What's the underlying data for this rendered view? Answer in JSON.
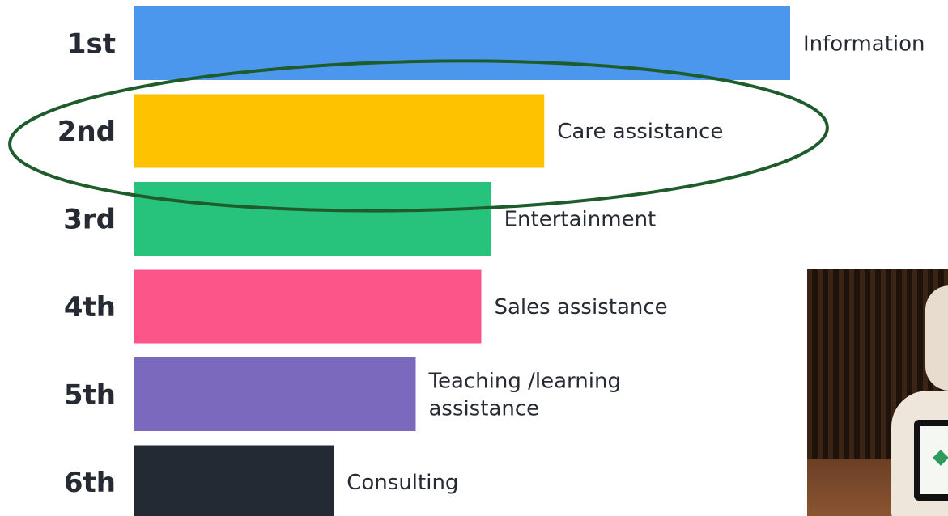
{
  "chart_data": {
    "type": "bar",
    "orientation": "horizontal",
    "ranks": [
      "1st",
      "2nd",
      "3rd",
      "4th",
      "5th",
      "6th"
    ],
    "categories": [
      "Information",
      "Care assistance",
      "Entertainment",
      "Sales assistance",
      "Teaching /learning assistance",
      "Consulting"
    ],
    "category_lines": [
      [
        "Information"
      ],
      [
        "Care assistance"
      ],
      [
        "Entertainment"
      ],
      [
        "Sales assistance"
      ],
      [
        "Teaching /learning",
        "assistance"
      ],
      [
        "Consulting"
      ]
    ],
    "values": [
      100,
      62.5,
      54.4,
      52.9,
      42.9,
      30.4
    ],
    "colors": [
      "#4b97ee",
      "#fec200",
      "#27c27b",
      "#fb5589",
      "#7b69bd",
      "#242a33"
    ],
    "xlim": [
      0,
      100
    ],
    "grid": false,
    "highlight_index": 1,
    "highlight_color": "#1f5c2c"
  },
  "photo": {
    "subject": "humanoid robot with tablet"
  }
}
